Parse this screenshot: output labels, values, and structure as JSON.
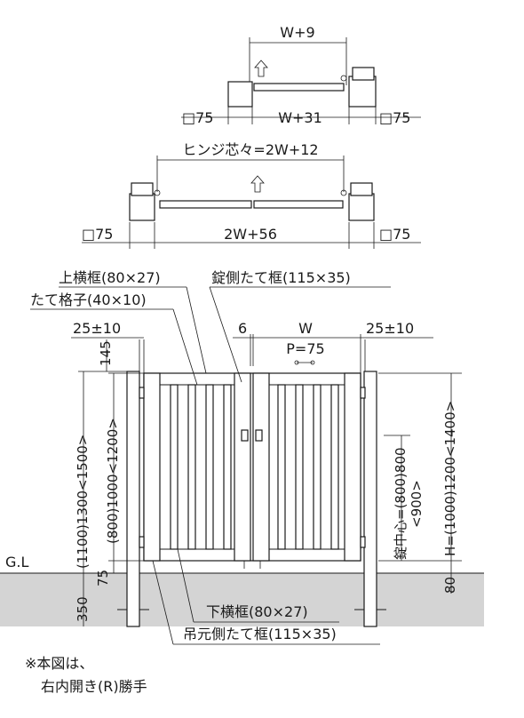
{
  "top_plan": {
    "dim_w_plus_9": "W+9",
    "dim_post_left": "□75",
    "dim_w_plus_31": "W+31",
    "dim_post_right": "□75"
  },
  "double_plan": {
    "dim_hinge_center": "ヒンジ芯々=2W+12",
    "dim_post_left": "□75",
    "dim_2w_plus_56": "2W+56",
    "dim_post_right": "□75"
  },
  "elevation": {
    "label_top_rail": "上横框(80×27)",
    "label_slat": "たて格子(40×10)",
    "label_lock_stile": "錠側たて框(115×35)",
    "label_gap_left": "25±10",
    "label_six": "6",
    "label_w": "W",
    "label_p": "P=75",
    "label_gap_right": "25±10",
    "label_145": "145",
    "label_left_heights": "(1100)1300<1500>",
    "label_left_inner": "(800)1000<1200>",
    "label_75": "75",
    "label_350": "350",
    "label_gl": "G.L",
    "label_lock_center": "錠中心=(800)800",
    "label_lock_center_alt": "<900>",
    "label_h": "H=(1000)1200<1400>",
    "label_80": "80",
    "label_bottom_rail": "下横框(80×27)",
    "label_hinge_stile": "吊元側たて框(115×35)"
  },
  "note": {
    "line1": "※本図は、",
    "line2": "右内開き(R)勝手"
  }
}
